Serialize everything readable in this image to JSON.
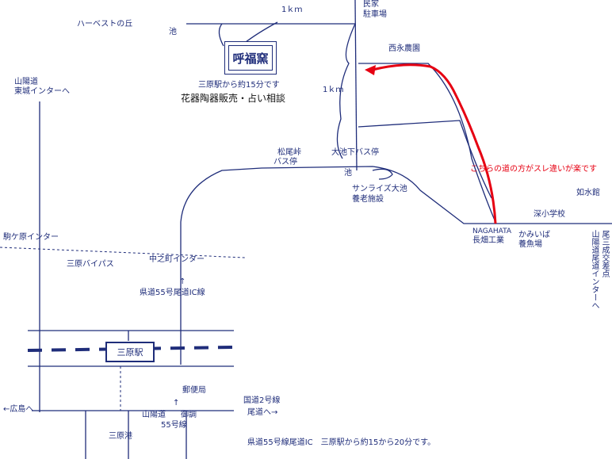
{
  "places": {
    "harvest_hill": "ハーベストの丘",
    "pond_top": "池",
    "km_top": "1ｋｍ",
    "minka": "民家",
    "parking": "駐車場",
    "nishinaga_farm": "西永農園",
    "km_mid": "1ｋｍ",
    "kiln_name": "呼福窯",
    "kiln_access": "三原駅から約15分です",
    "kiln_business": "花器陶器販売・占い相談",
    "sanyo_east_ic": "山陽道",
    "sanyo_east_ic_2": "東城インターへ",
    "matsuo_pass": "松尾峠",
    "matsuo_bus": "バス停",
    "oike_bus": "大池下バス停",
    "pond_mid": "池",
    "sunrise": "サンライズ大池",
    "sunrise_2": "養老施設",
    "route_note": "こちらの道の方がスレ違いが楽です",
    "josuikan": "如水館",
    "fuka_school": "深小学校",
    "nagahata_en": "NAGAHATA",
    "nagahata_jp": "長畑工業",
    "kamiiba": "かみいば",
    "kamiiba_2": "養魚場",
    "onomichi_ic_vertical": "山陽道尾道インターへ",
    "sannari_vertical": "尾三成交差点",
    "komagahara_ic": "駒ケ原インター",
    "mihara_bypass": "三原バイパス",
    "nakanomachi_ic": "中之町インター",
    "route55_arrow": "↑",
    "route55": "県道55号尾道IC線",
    "station": "三原駅",
    "post_office": "郵便局",
    "post_arrow": "↑",
    "route2": "国道2号線",
    "to_onomichi": "尾道へ→",
    "to_hiroshima": "←広島へ",
    "sanyo_road": "山陽道",
    "mitsugi": "御調",
    "route55_short": "55号線",
    "mihara_port": "三原港",
    "footer": "県道55号線尾道IC　三原駅から約15から20分です。"
  },
  "colors": {
    "road": "#1f2d7a",
    "recommended_route": "#e60012",
    "rail": "#1f2d7a"
  }
}
